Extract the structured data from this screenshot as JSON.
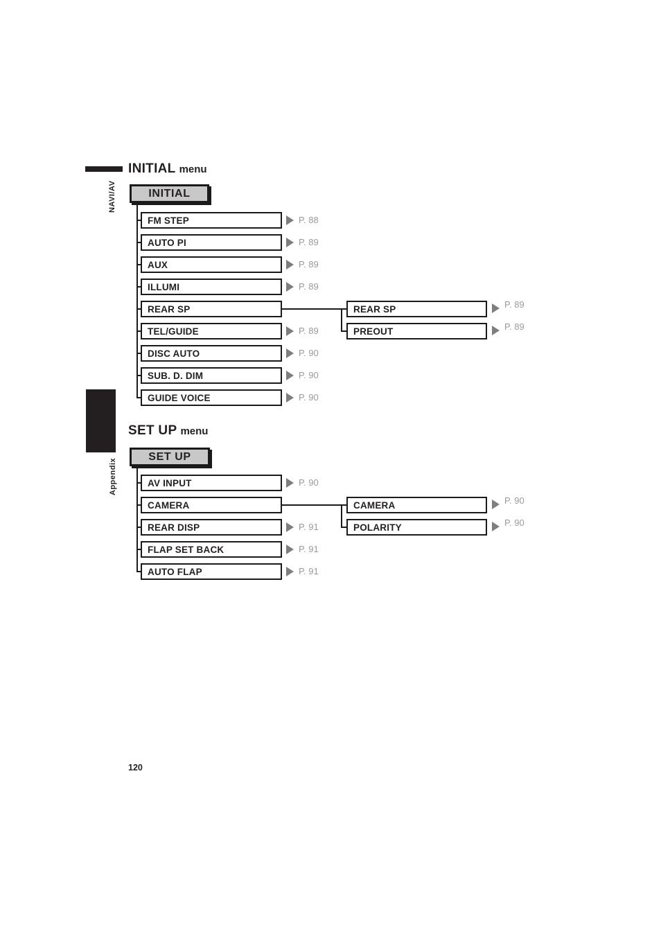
{
  "page": {
    "number": "120",
    "side_tabs": [
      {
        "label": "NAVI/AV"
      },
      {
        "label": "Appendix"
      }
    ]
  },
  "colors": {
    "ink": "#231f20",
    "box_fill_gray": "#c8c8c8",
    "arrow_gray": "#7e7e7e",
    "page_ref_gray": "#9a9a9a"
  },
  "sections": [
    {
      "id": "initial",
      "title_strong": "INITIAL",
      "title_rest": "menu",
      "root_label": "INITIAL",
      "items": [
        {
          "label": "FM STEP",
          "page_ref": "P. 88"
        },
        {
          "label": "AUTO PI",
          "page_ref": "P. 89"
        },
        {
          "label": "AUX",
          "page_ref": "P. 89"
        },
        {
          "label": "ILLUMI",
          "page_ref": "P. 89"
        },
        {
          "label": "REAR SP",
          "page_ref": "",
          "children": [
            {
              "label": "REAR SP",
              "page_ref": "P. 89"
            },
            {
              "label": "PREOUT",
              "page_ref": "P. 89"
            }
          ]
        },
        {
          "label": "TEL/GUIDE",
          "page_ref": "P. 89"
        },
        {
          "label": "DISC AUTO",
          "page_ref": "P. 90"
        },
        {
          "label": "SUB. D. DIM",
          "page_ref": "P. 90"
        },
        {
          "label": "GUIDE VOICE",
          "page_ref": "P. 90"
        }
      ]
    },
    {
      "id": "setup",
      "title_strong": "SET UP",
      "title_rest": "menu",
      "root_label": "SET UP",
      "items": [
        {
          "label": "AV INPUT",
          "page_ref": "P. 90"
        },
        {
          "label": "CAMERA",
          "page_ref": "",
          "children": [
            {
              "label": "CAMERA",
              "page_ref": "P. 90"
            },
            {
              "label": "POLARITY",
              "page_ref": "P. 90"
            }
          ]
        },
        {
          "label": "REAR DISP",
          "page_ref": "P. 91"
        },
        {
          "label": "FLAP SET BACK",
          "page_ref": "P. 91"
        },
        {
          "label": "AUTO FLAP",
          "page_ref": "P. 91"
        }
      ]
    }
  ]
}
